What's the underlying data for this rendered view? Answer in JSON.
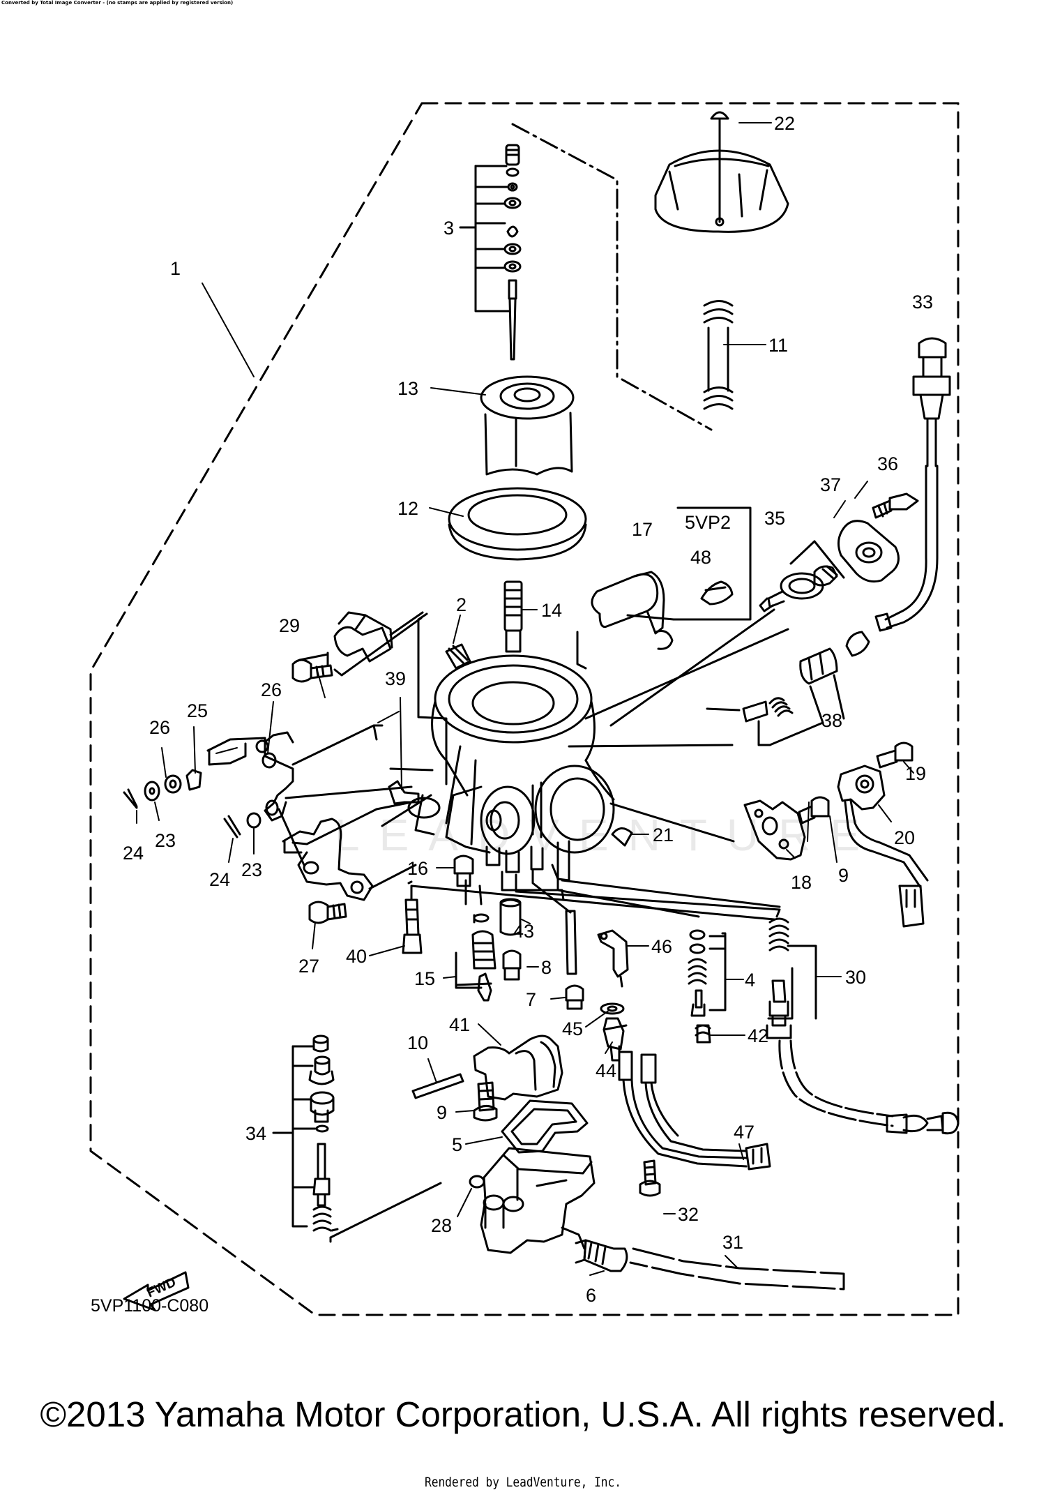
{
  "header": {
    "converter_note": "Converted by Total Image Converter - (no stamps are applied by registered version)"
  },
  "diagram": {
    "code": "5VP1100-C080",
    "variant_label": "5VP2",
    "fwd_label": "FWD",
    "watermark": "LEADVENTURE",
    "callouts": [
      "1",
      "2",
      "3",
      "4",
      "5",
      "6",
      "7",
      "8",
      "9",
      "9",
      "10",
      "11",
      "12",
      "13",
      "14",
      "15",
      "16",
      "17",
      "18",
      "19",
      "20",
      "21",
      "22",
      "23",
      "23",
      "24",
      "24",
      "25",
      "26",
      "26",
      "27",
      "28",
      "29",
      "30",
      "31",
      "32",
      "33",
      "34",
      "35",
      "36",
      "37",
      "38",
      "39",
      "40",
      "41",
      "42",
      "43",
      "44",
      "45",
      "46",
      "47",
      "48"
    ]
  },
  "footer": {
    "copyright": "©2013 Yamaha Motor Corporation, U.S.A. All rights reserved.",
    "rendered_by": "Rendered by LeadVenture, Inc."
  }
}
